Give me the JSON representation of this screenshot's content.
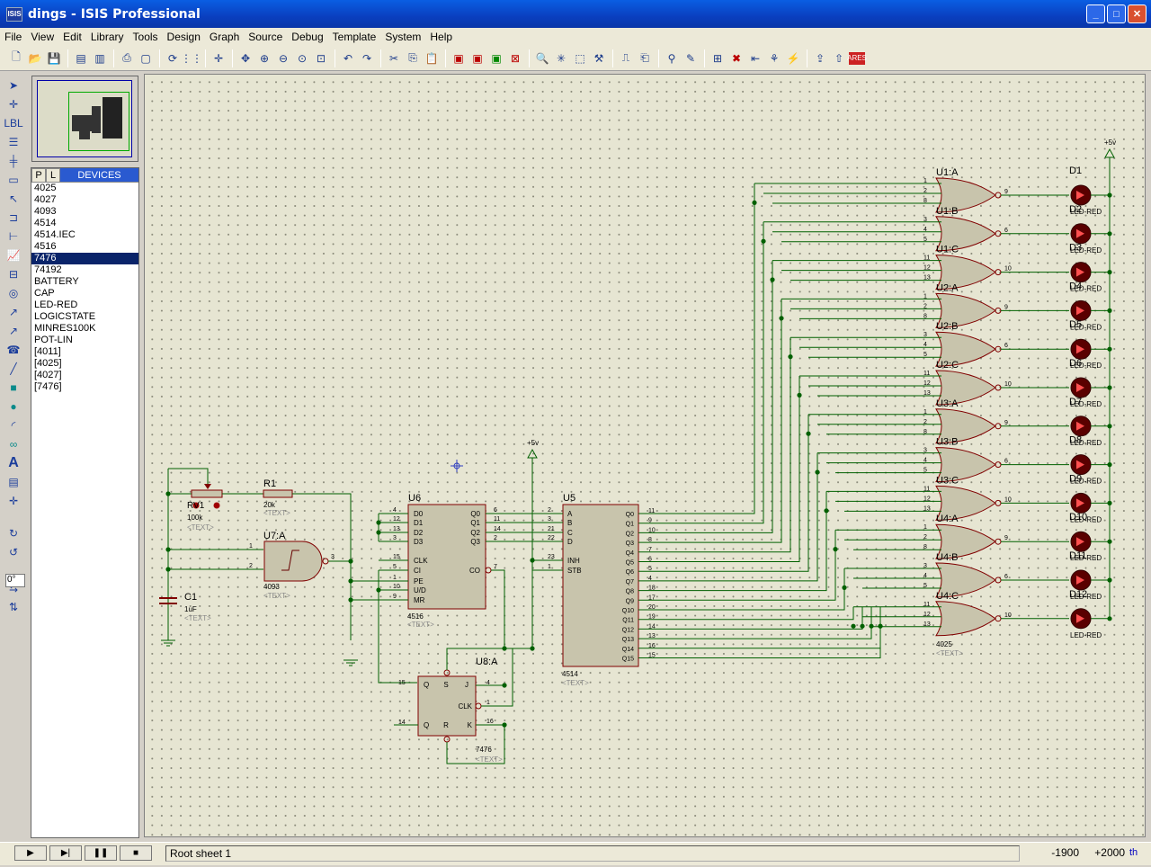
{
  "window": {
    "title": "dings - ISIS Professional",
    "icon_text": "ISIS"
  },
  "menu": [
    "File",
    "View",
    "Edit",
    "Library",
    "Tools",
    "Design",
    "Graph",
    "Source",
    "Debug",
    "Template",
    "System",
    "Help"
  ],
  "devices": {
    "tab_p": "P",
    "tab_l": "L",
    "title": "DEVICES",
    "selected_index": 7,
    "items": [
      "4025",
      "4027",
      "4093",
      "4514",
      "4514.IEC",
      "4516",
      "7476",
      "74192",
      "BATTERY",
      "CAP",
      "LED-RED",
      "LOGICSTATE",
      "MINRES100K",
      "POT-LIN",
      "[4011]",
      "[4025]",
      "[4027]",
      "[7476]"
    ]
  },
  "angle": "0°",
  "status": {
    "text": "Root sheet 1",
    "x": "-1900",
    "y": "+2000",
    "units": "th"
  },
  "schematic": {
    "power_label": "+5v",
    "rv1": {
      "ref": "RV1",
      "value": "100k",
      "text": "<TEXT>"
    },
    "r1": {
      "ref": "R1",
      "value": "20k",
      "text": "<TEXT>"
    },
    "c1": {
      "ref": "C1",
      "value": "1uF",
      "text": "<TEXT>"
    },
    "u7": {
      "ref": "U7:A",
      "part": "4093",
      "text": "<TEXT>"
    },
    "u6": {
      "ref": "U6",
      "part": "4516",
      "text": "<TEXT>",
      "left_pins": [
        "D0",
        "D1",
        "D2",
        "D3",
        "CLK",
        "CI",
        "PE",
        "U/D",
        "MR"
      ],
      "right_pins": [
        "Q0",
        "Q1",
        "Q2",
        "Q3",
        "CO"
      ]
    },
    "u5": {
      "ref": "U5",
      "part": "4514",
      "text": "<TEXT>",
      "left_pins": [
        "A",
        "B",
        "C",
        "D",
        "INH",
        "STB"
      ],
      "right_pins": [
        "Q0",
        "Q1",
        "Q2",
        "Q3",
        "Q4",
        "Q5",
        "Q6",
        "Q7",
        "Q8",
        "Q9",
        "Q10",
        "Q11",
        "Q12",
        "Q13",
        "Q14",
        "Q15"
      ],
      "right_nums": [
        "11",
        "9",
        "10",
        "8",
        "7",
        "6",
        "5",
        "4",
        "18",
        "17",
        "20",
        "19",
        "14",
        "13",
        "16",
        "15"
      ]
    },
    "u8": {
      "ref": "U8:A",
      "part": "7476",
      "text": "<TEXT>",
      "pins": [
        "S",
        "J",
        "CLK",
        "K",
        "R",
        "Q",
        "Q"
      ]
    },
    "gates": [
      "U1:A",
      "U1:B",
      "U1:C",
      "U2:A",
      "U2:B",
      "U2:C",
      "U3:A",
      "U3:B",
      "U3:C",
      "U4:A",
      "U4:B",
      "U4:C"
    ],
    "gate_out_pins": [
      "9",
      "6",
      "10",
      "9",
      "6",
      "10",
      "9",
      "6",
      "10",
      "9",
      "6",
      "10"
    ],
    "gate_in_pins": [
      [
        "1",
        "2",
        "8"
      ],
      [
        "3",
        "4",
        "5"
      ],
      [
        "11",
        "12",
        "13"
      ]
    ],
    "gate_part": "4025",
    "leds": [
      "D1",
      "D2",
      "D3",
      "D4",
      "D5",
      "D6",
      "D7",
      "D8",
      "D9",
      "D10",
      "D11",
      "D12"
    ],
    "led_value": "LED-RED"
  }
}
